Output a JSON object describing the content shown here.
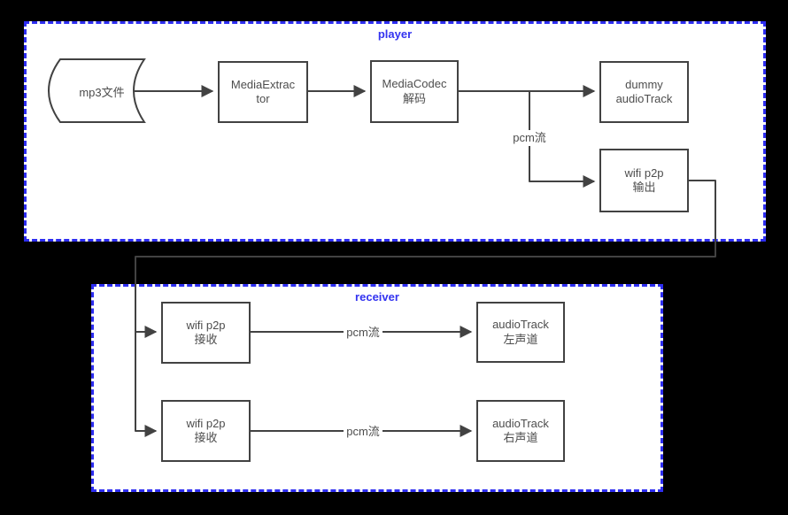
{
  "colors": {
    "bg": "#000000",
    "panel-fill": "#ffffff",
    "panel-border": "#2d2df0",
    "panel-label": "#3333f0",
    "stroke": "#424242",
    "text": "#4d4d4d"
  },
  "panels": {
    "player": {
      "label": "player"
    },
    "receiver": {
      "label": "receiver"
    }
  },
  "nodes": {
    "mp3_file": {
      "label": "mp3文件"
    },
    "media_extractor": {
      "label": "MediaExtrac\ntor"
    },
    "media_codec": {
      "label": "MediaCodec\n解码"
    },
    "dummy_audiotrack": {
      "label": "dummy\naudioTrack"
    },
    "wifi_p2p_out": {
      "label": "wifi p2p\n输出"
    },
    "wifi_p2p_recv_1": {
      "label": "wifi p2p\n接收"
    },
    "audiotrack_left": {
      "label": "audioTrack\n左声道"
    },
    "wifi_p2p_recv_2": {
      "label": "wifi p2p\n接收"
    },
    "audiotrack_right": {
      "label": "audioTrack\n右声道"
    }
  },
  "edge_labels": {
    "pcm_player": "pcm流",
    "pcm_receiver_left": "pcm流",
    "pcm_receiver_right": "pcm流"
  }
}
